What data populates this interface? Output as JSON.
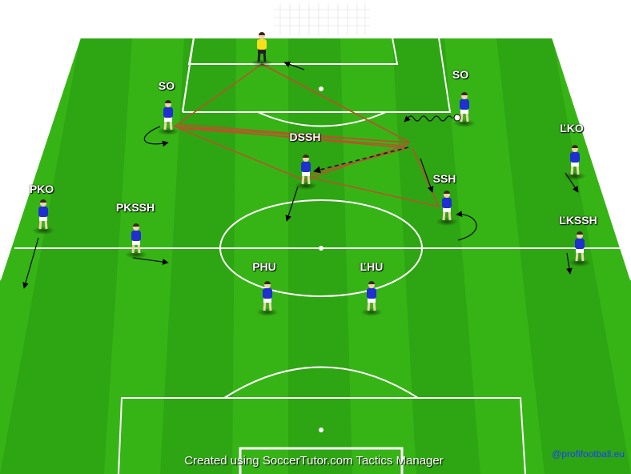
{
  "diagram": {
    "colors": {
      "grass_light": "#3fbf1c",
      "grass_dark": "#2fa812",
      "lines": "#ffffff",
      "pass_lines": "#b5552a",
      "shirt": "#1f2fd0",
      "keeper_shirt": "#f5e11a",
      "credit": "#1a3cff"
    },
    "labels": {
      "so_left": "SO",
      "so_right": "SO",
      "dssh": "DSSH",
      "lko": "ĽKO",
      "pko": "PKO",
      "pkssh": "PKSSH",
      "ssh": "SSH",
      "lkssh": "ĽKSSH",
      "phu": "PHU",
      "lhu": "ĽHU"
    },
    "footer": "Created using SoccerTutor.com Tactics Manager",
    "credit": "@profifootball.eu"
  }
}
